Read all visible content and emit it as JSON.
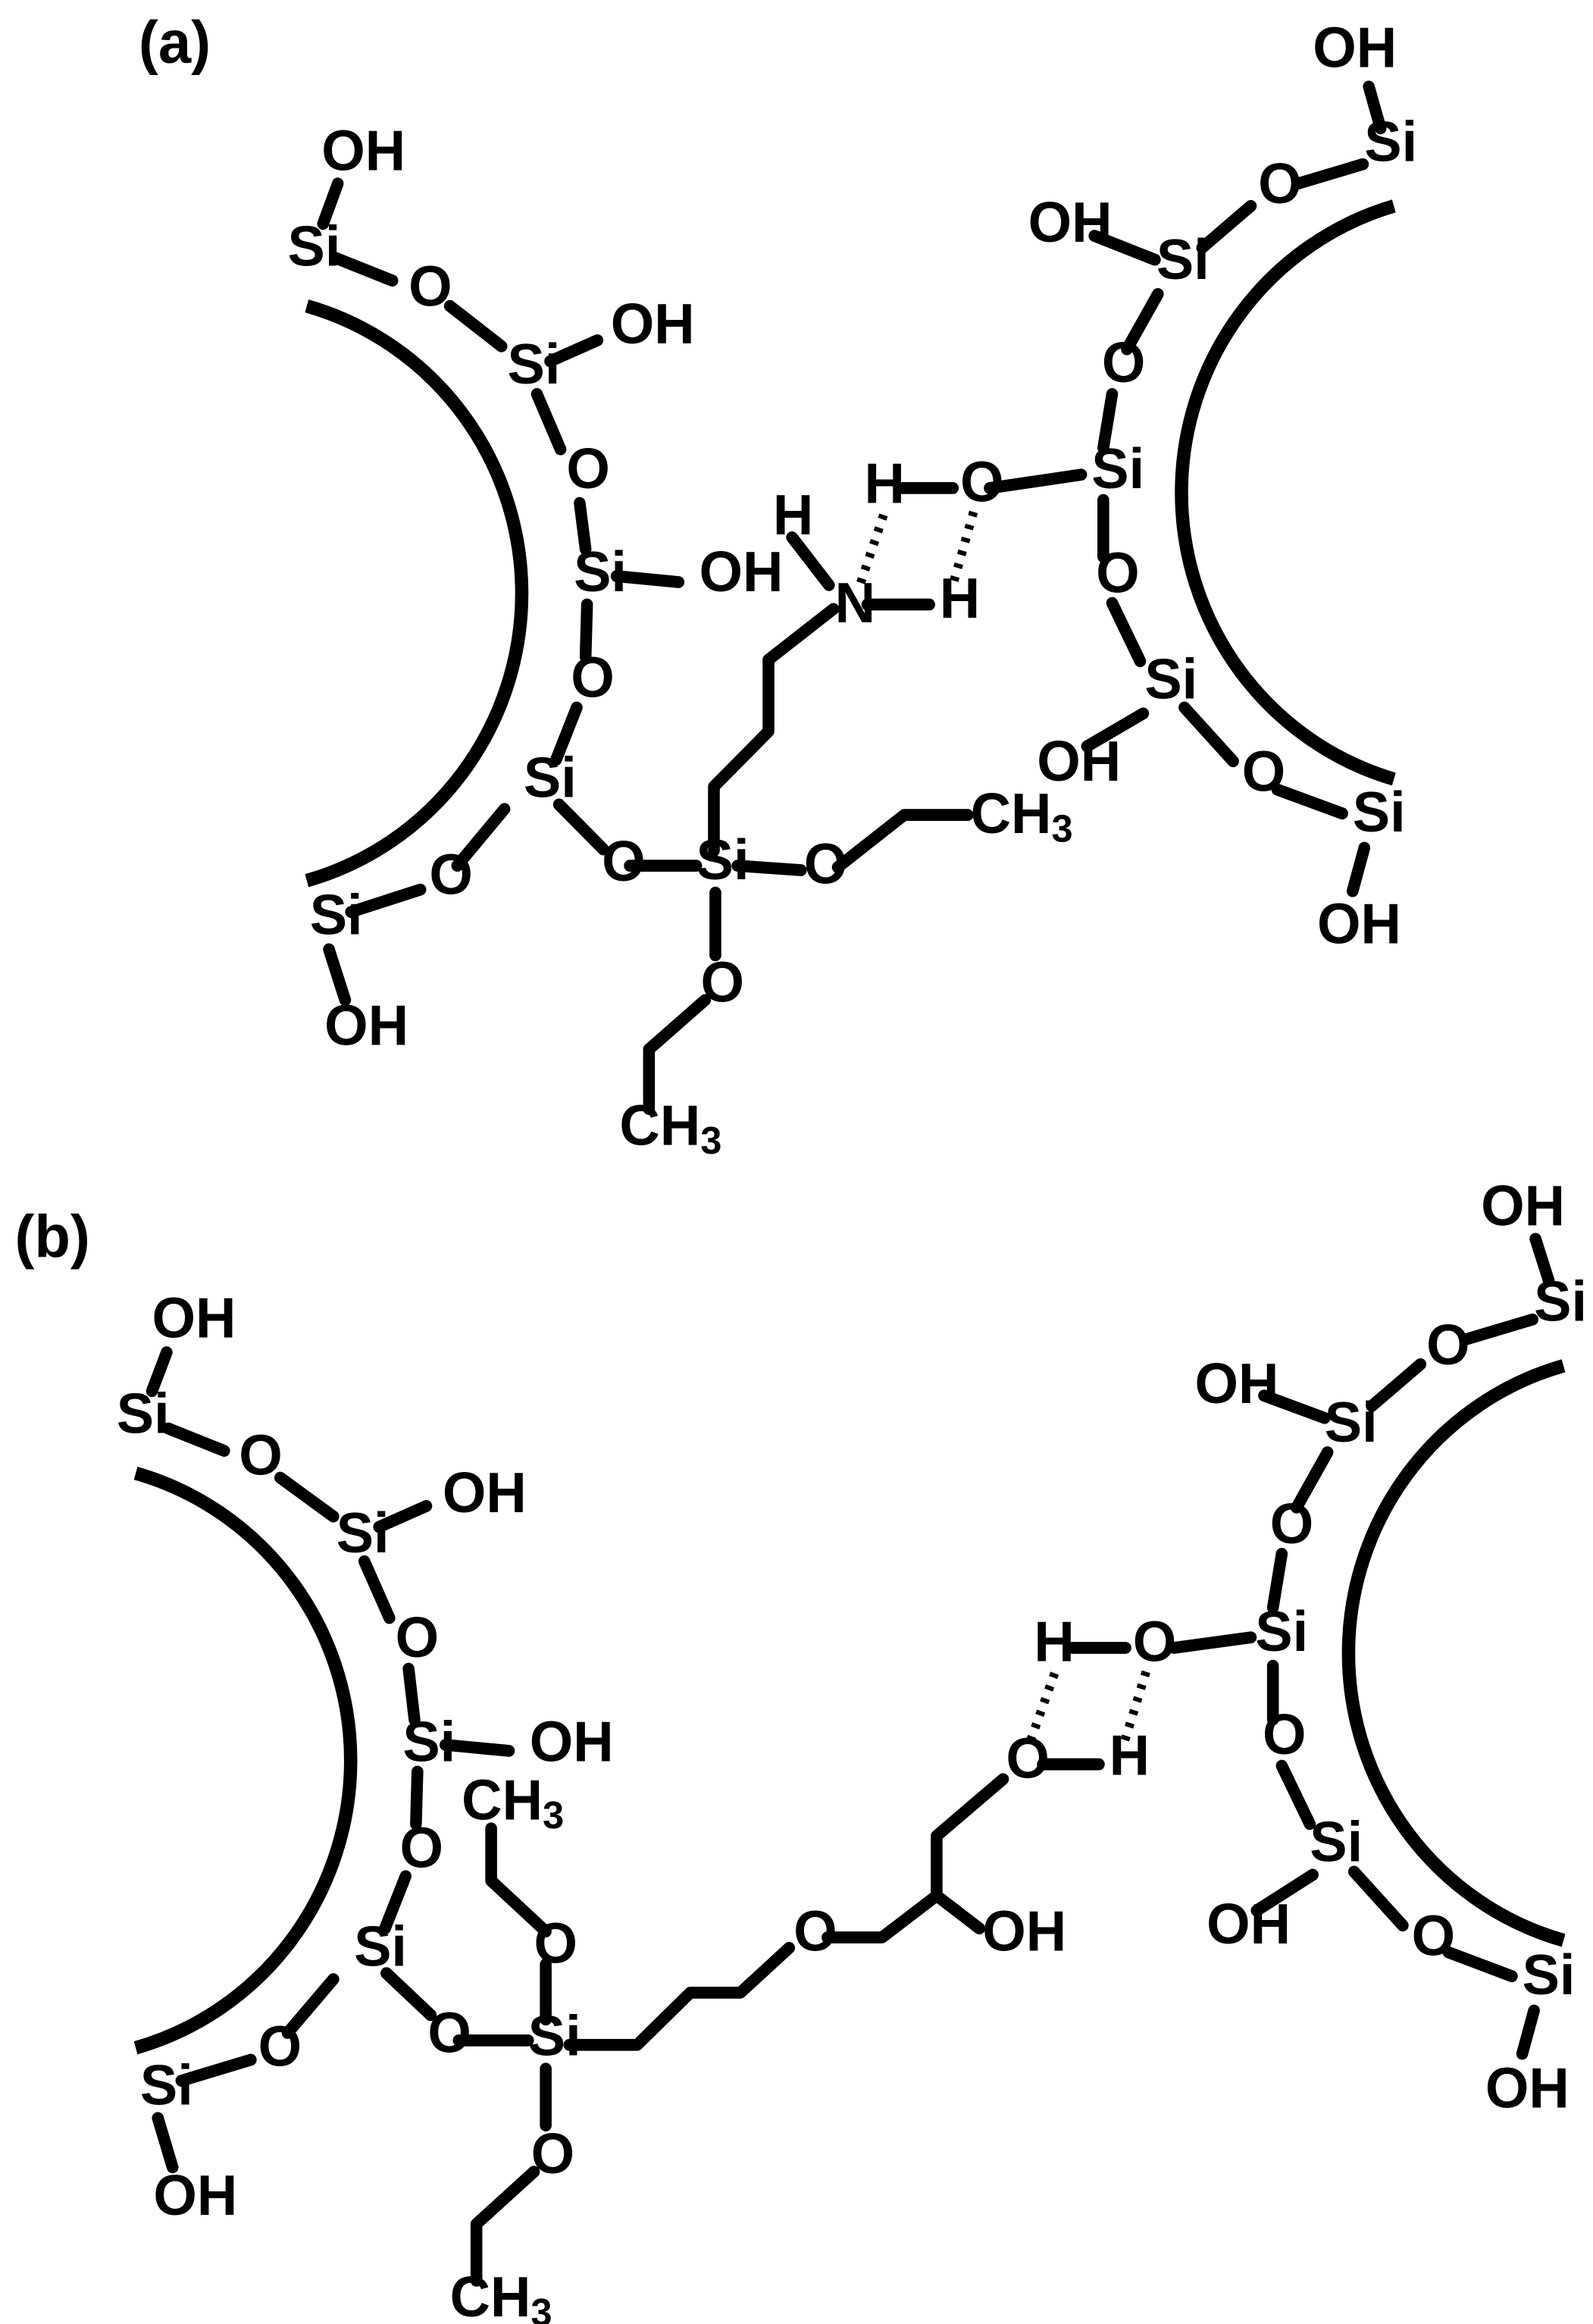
{
  "panels": [
    {
      "label": "(a)",
      "left_particle": [
        "OH",
        "Si",
        "O",
        "Si",
        "OH",
        "O",
        "Si",
        "OH",
        "O",
        "Si",
        "O",
        "Si",
        "OH"
      ],
      "right_particle": [
        "OH",
        "Si",
        "O",
        "OH",
        "Si",
        "O",
        "Si",
        "O",
        "Si",
        "OH",
        "O",
        "Si",
        "OH"
      ],
      "interface": [
        "H",
        "O",
        "H",
        "N",
        "H"
      ],
      "silane": [
        "O",
        "Si",
        "O",
        "CH",
        "3",
        "O",
        "CH",
        "3"
      ]
    },
    {
      "label": "(b)",
      "left_particle": [
        "OH",
        "Si",
        "O",
        "Si",
        "OH",
        "O",
        "Si",
        "OH",
        "O",
        "Si",
        "O",
        "Si",
        "OH"
      ],
      "right_particle": [
        "OH",
        "Si",
        "O",
        "OH",
        "Si",
        "O",
        "Si",
        "O",
        "Si",
        "OH",
        "O",
        "Si",
        "OH"
      ],
      "interface": [
        "H",
        "O",
        "O",
        "H",
        "OH"
      ],
      "silane": [
        "CH",
        "3",
        "O",
        "O",
        "Si",
        "O",
        "O",
        "CH",
        "3"
      ]
    }
  ]
}
